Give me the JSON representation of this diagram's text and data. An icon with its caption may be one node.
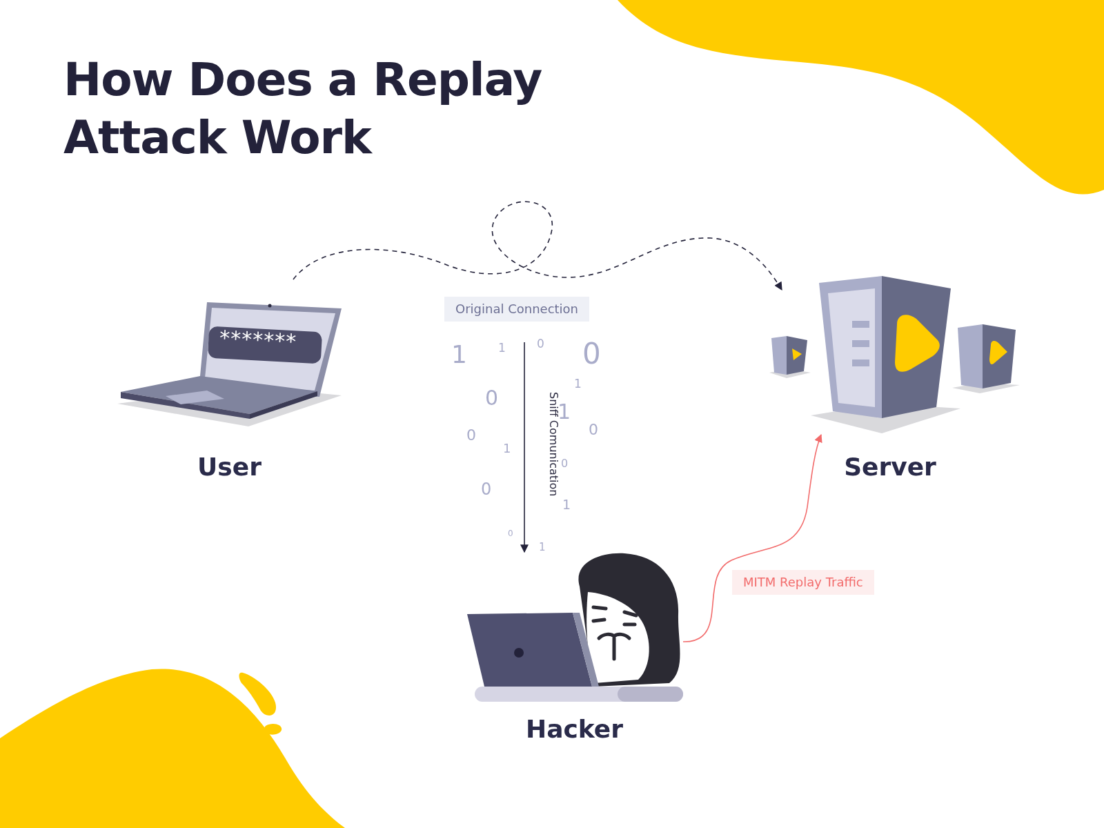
{
  "diagram": {
    "title": "How Does a Replay Attack Work",
    "nodes": [
      {
        "text": [
          "User"
        ]
      },
      {
        "text": [
          "Server"
        ]
      },
      {
        "text": [
          "Hacker"
        ]
      }
    ],
    "edges": [
      {
        "from": 0,
        "to": 1,
        "arrow": "to",
        "style": "dashed",
        "label": "Original Connection"
      },
      {
        "from": null,
        "to": 2,
        "arrow": "to",
        "label": "Sniff Comunication"
      },
      {
        "from": 2,
        "to": 1,
        "arrow": "to",
        "color": "#f26b6b",
        "label": "MITM Replay Traffic"
      }
    ],
    "labels": [
      "*******",
      "0",
      "1",
      "1",
      "0",
      "1",
      "0",
      "1",
      "0",
      "0",
      "1",
      "0",
      "0",
      "1",
      "0",
      "1"
    ]
  }
}
